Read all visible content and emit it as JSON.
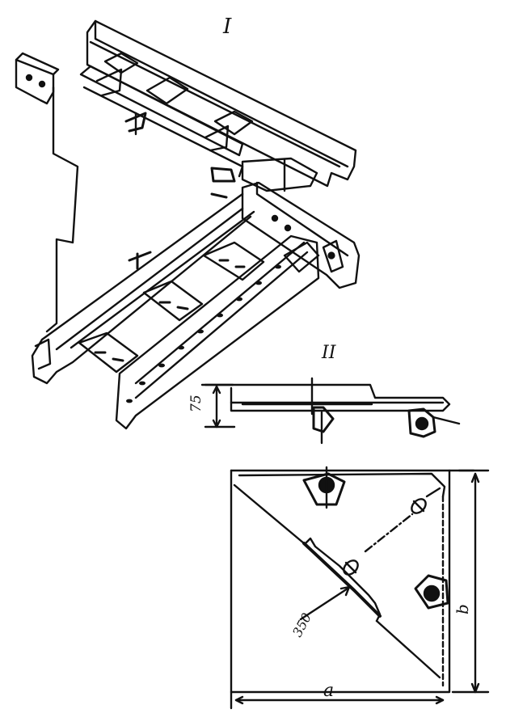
{
  "labels": {
    "view_1": "I",
    "view_2": "II",
    "dim_height": "75",
    "dim_radius": "350",
    "dim_width": "a",
    "dim_side": "b"
  },
  "colors": {
    "ink": "#111111",
    "paper": "#ffffff"
  }
}
